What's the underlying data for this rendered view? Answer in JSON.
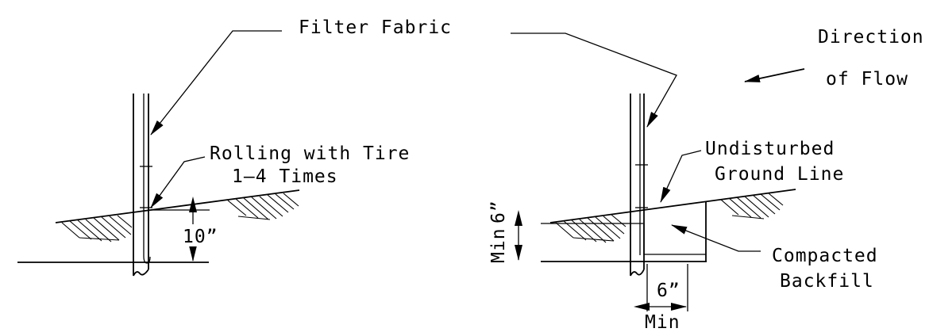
{
  "labels": {
    "filter_fabric": "Filter Fabric",
    "direction_of_flow_line1": "Direction",
    "direction_of_flow_line2": "of Flow",
    "rolling_with_tire_line1": "Rolling with Tire",
    "rolling_with_tire_line2": "1–4 Times",
    "undisturbed_ground_line1": "Undisturbed",
    "undisturbed_ground_line2": "Ground Line",
    "compacted_backfill_line1": "Compacted",
    "compacted_backfill_line2": "Backfill",
    "dim_10in": "10”",
    "dim_6in_vertical": "6”",
    "dim_6in_vertical_min": "Min",
    "dim_6in_horizontal": "6”",
    "dim_6in_horizontal_min": "Min"
  }
}
